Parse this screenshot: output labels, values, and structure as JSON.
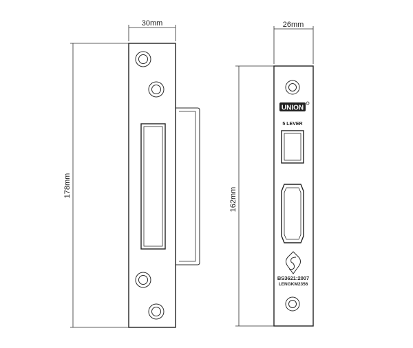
{
  "strike_plate": {
    "width_label": "30mm",
    "height_label": "178mm"
  },
  "lock_faceplate": {
    "width_label": "26mm",
    "height_label": "162mm",
    "brand_logo": "UNION",
    "lever_label": "5 LEVER",
    "standard_line1": "BS3621:2007",
    "standard_line2": "LENGKM2356",
    "kitemark_icon": "kitemark-icon"
  }
}
